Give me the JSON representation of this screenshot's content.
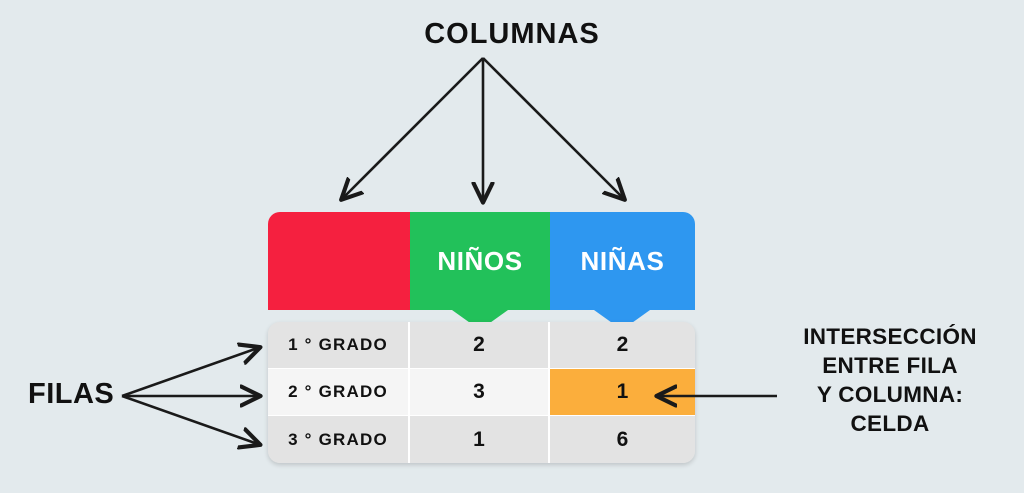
{
  "background_color": "#e3eaed",
  "labels": {
    "columns_title": "COLUMNAS",
    "rows_title": "FILAS",
    "note_line_1": "INTERSECCIÓN",
    "note_line_2": "ENTRE FILA",
    "note_line_3": "Y COLUMNA:",
    "note_line_4": "CELDA"
  },
  "colors": {
    "red": "#f5203f",
    "green": "#22c15a",
    "blue": "#2e97f0",
    "orange_cell": "#fbae3c",
    "row_default": "#e3e3e3",
    "row_alt": "#f5f5f5",
    "text_dark": "#111111",
    "text_light": "#ffffff"
  },
  "headers": [
    {
      "label": "",
      "color": "#f5203f",
      "has_tail": false
    },
    {
      "label": "NIÑOS",
      "color": "#22c15a",
      "has_tail": true
    },
    {
      "label": "NIÑAS",
      "color": "#2e97f0",
      "has_tail": true
    }
  ],
  "table": {
    "rows": [
      {
        "label": "1 ° GRADO",
        "ninos": "2",
        "ninas": "2",
        "highlight": false
      },
      {
        "label": "2 ° GRADO",
        "ninos": "3",
        "ninas": "1",
        "highlight": true
      },
      {
        "label": "3 ° GRADO",
        "ninos": "1",
        "ninas": "6",
        "highlight": false
      }
    ]
  },
  "annotations": {
    "column_arrows": 3,
    "row_arrows": 3,
    "cell_arrow": 1
  }
}
